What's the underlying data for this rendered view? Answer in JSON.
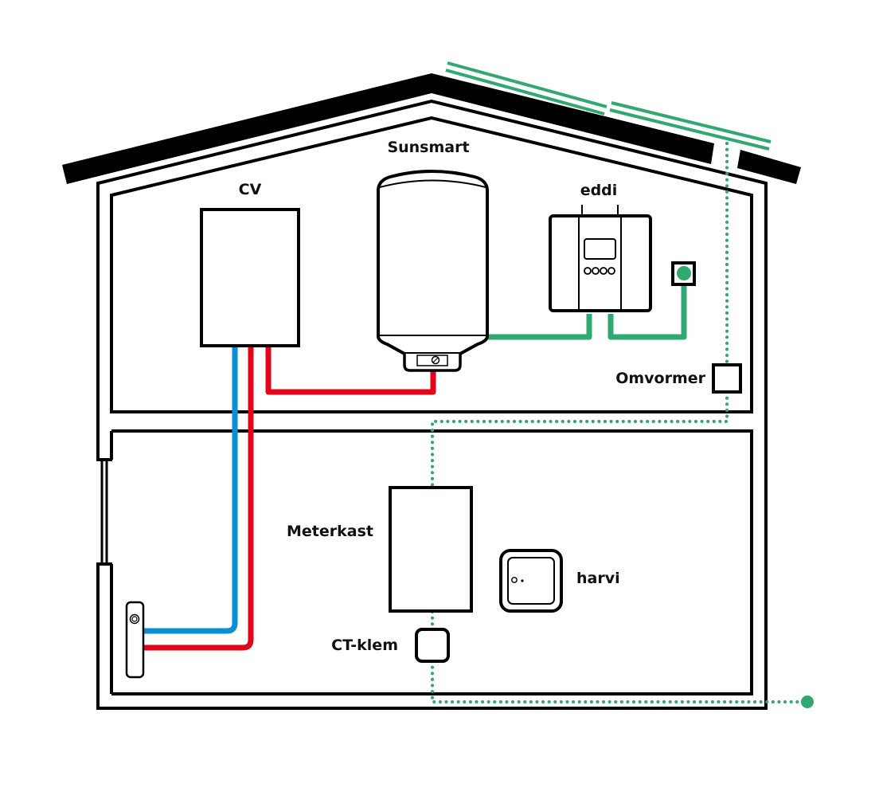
{
  "diagram": {
    "title": "House energy installation schematic",
    "labels": {
      "sunsmart": "Sunsmart",
      "cv": "CV",
      "eddi": "eddi",
      "omvormer": "Omvormer",
      "meterkast": "Meterkast",
      "ct_klem": "CT-klem",
      "harvi": "harvi"
    },
    "colors": {
      "outline": "#000000",
      "solar_green": "#31a870",
      "cold_pipe_blue": "#0a8fd5",
      "hot_pipe_red": "#e3061b",
      "label_text": "#111111"
    },
    "connections": [
      {
        "from": "solar-panels",
        "to": "omvormer",
        "type": "dc-cable-dotted"
      },
      {
        "from": "omvormer",
        "to": "meterkast",
        "type": "ac-cable-dotted"
      },
      {
        "from": "meterkast",
        "to": "ct-klem",
        "type": "dotted"
      },
      {
        "from": "ct-klem",
        "to": "grid",
        "type": "dotted"
      },
      {
        "from": "eddi",
        "to": "sunsmart",
        "type": "solid-green"
      },
      {
        "from": "eddi",
        "to": "wall-socket",
        "type": "solid-green"
      },
      {
        "from": "cv",
        "to": "sunsmart",
        "type": "hot-pipe"
      },
      {
        "from": "cv",
        "to": "radiator",
        "type": "cold-and-hot-pipe"
      }
    ]
  }
}
